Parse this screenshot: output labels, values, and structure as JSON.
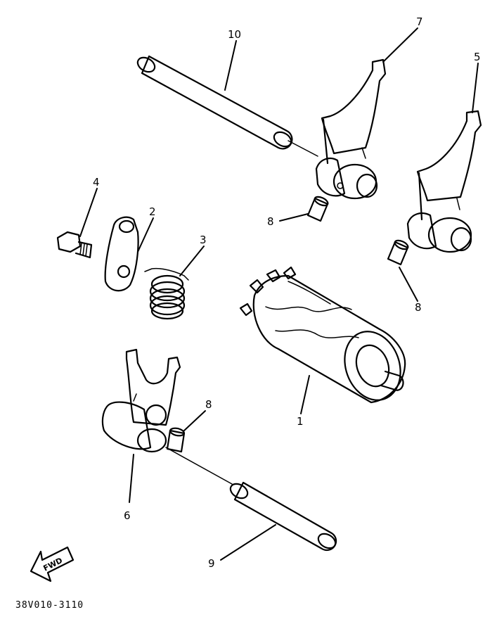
{
  "callouts": {
    "c1": "1",
    "c2": "2",
    "c3": "3",
    "c4": "4",
    "c5": "5",
    "c6": "6",
    "c7": "7",
    "c8a": "8",
    "c8b": "8",
    "c8c": "8",
    "c9": "9",
    "c10": "10"
  },
  "fwd_label": "FWD",
  "diagram_code": "38V010-3110"
}
